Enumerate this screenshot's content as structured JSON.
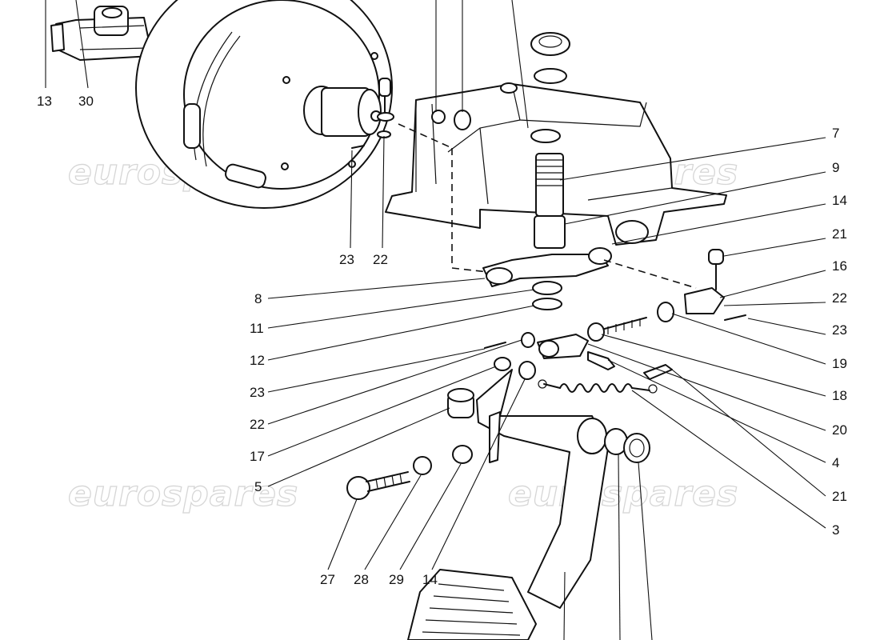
{
  "watermark": {
    "text": "eurospares"
  },
  "callouts": {
    "c13": "13",
    "c30": "30",
    "c23a": "23",
    "c22a": "22",
    "c7": "7",
    "c9": "9",
    "c14a": "14",
    "c21a": "21",
    "c16": "16",
    "c22b": "22",
    "c23b": "23",
    "c19": "19",
    "c18": "18",
    "c20": "20",
    "c4": "4",
    "c21b": "21",
    "c3": "3",
    "c8": "8",
    "c11": "11",
    "c12": "12",
    "c23c": "23",
    "c22c": "22",
    "c17": "17",
    "c5": "5",
    "c27": "27",
    "c28": "28",
    "c29": "29",
    "c14b": "14"
  }
}
